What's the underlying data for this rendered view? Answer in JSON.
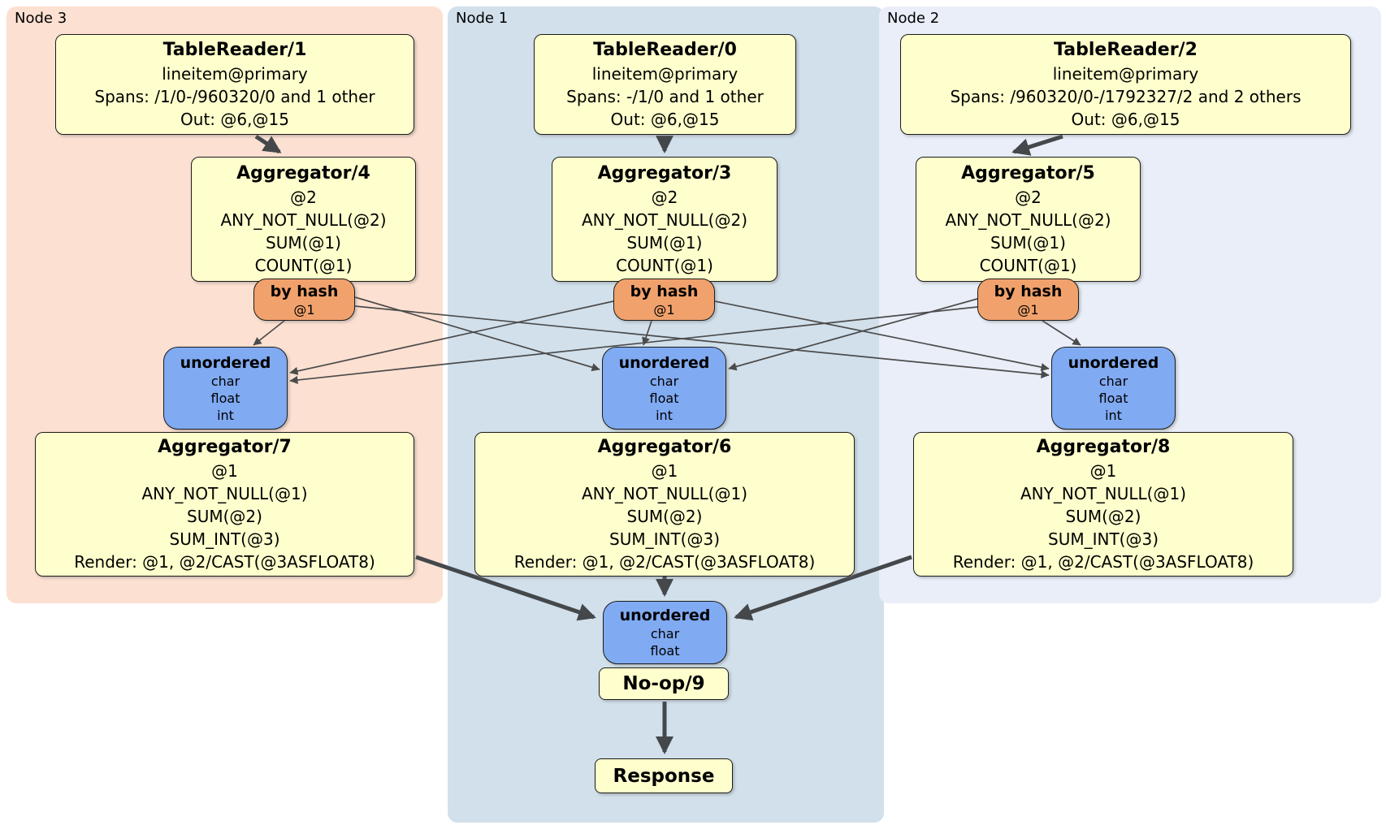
{
  "regions": {
    "node3": {
      "label": "Node 3"
    },
    "node1": {
      "label": "Node 1"
    },
    "node2": {
      "label": "Node 2"
    }
  },
  "boxes": {
    "tr1": {
      "title": "TableReader/1",
      "lines": [
        "lineitem@primary",
        "Spans: /1/0-/960320/0 and 1 other",
        "Out: @6,@15"
      ]
    },
    "tr0": {
      "title": "TableReader/0",
      "lines": [
        "lineitem@primary",
        "Spans: -/1/0 and 1 other",
        "Out: @6,@15"
      ]
    },
    "tr2": {
      "title": "TableReader/2",
      "lines": [
        "lineitem@primary",
        "Spans: /960320/0-/1792327/2 and 2 others",
        "Out: @6,@15"
      ]
    },
    "agg4": {
      "title": "Aggregator/4",
      "lines": [
        "@2",
        "ANY_NOT_NULL(@2)",
        "SUM(@1)",
        "COUNT(@1)"
      ]
    },
    "agg3": {
      "title": "Aggregator/3",
      "lines": [
        "@2",
        "ANY_NOT_NULL(@2)",
        "SUM(@1)",
        "COUNT(@1)"
      ]
    },
    "agg5": {
      "title": "Aggregator/5",
      "lines": [
        "@2",
        "ANY_NOT_NULL(@2)",
        "SUM(@1)",
        "COUNT(@1)"
      ]
    },
    "hash3": {
      "title": "by hash",
      "lines": [
        "@1"
      ]
    },
    "hash1": {
      "title": "by hash",
      "lines": [
        "@1"
      ]
    },
    "hash2": {
      "title": "by hash",
      "lines": [
        "@1"
      ]
    },
    "sync3": {
      "title": "unordered",
      "lines": [
        "char",
        "float",
        "int"
      ]
    },
    "sync1": {
      "title": "unordered",
      "lines": [
        "char",
        "float",
        "int"
      ]
    },
    "sync2": {
      "title": "unordered",
      "lines": [
        "char",
        "float",
        "int"
      ]
    },
    "agg7": {
      "title": "Aggregator/7",
      "lines": [
        "@1",
        "ANY_NOT_NULL(@1)",
        "SUM(@2)",
        "SUM_INT(@3)",
        "Render: @1, @2/CAST(@3ASFLOAT8)"
      ]
    },
    "agg6": {
      "title": "Aggregator/6",
      "lines": [
        "@1",
        "ANY_NOT_NULL(@1)",
        "SUM(@2)",
        "SUM_INT(@3)",
        "Render: @1, @2/CAST(@3ASFLOAT8)"
      ]
    },
    "agg8": {
      "title": "Aggregator/8",
      "lines": [
        "@1",
        "ANY_NOT_NULL(@1)",
        "SUM(@2)",
        "SUM_INT(@3)",
        "Render: @1, @2/CAST(@3ASFLOAT8)"
      ]
    },
    "syncfinal": {
      "title": "unordered",
      "lines": [
        "char",
        "float"
      ]
    },
    "noop": {
      "title": "No-op/9"
    },
    "response": {
      "title": "Response"
    }
  },
  "colors": {
    "processor_fill": "#ffffcd",
    "router_fill": "#f1a26c",
    "sync_fill": "#80aaf2",
    "node3_bg": "#fce0d2",
    "node1_bg": "#d2e0eb",
    "node2_bg": "#e9eef8",
    "arrow": "#44484b"
  }
}
